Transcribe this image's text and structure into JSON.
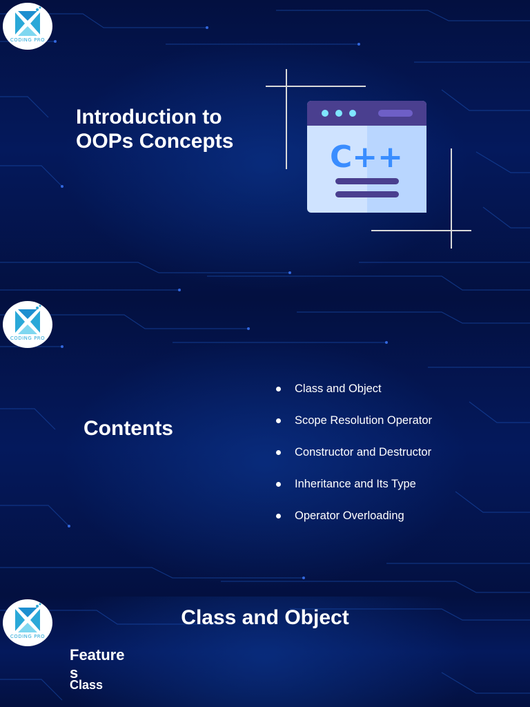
{
  "logo": {
    "text": "CODING PRO"
  },
  "slide1": {
    "title_line1": "Introduction to",
    "title_line2": "OOPs Concepts",
    "icon_text": "C++"
  },
  "slide2": {
    "title": "Contents",
    "items": [
      "Class and Object",
      "Scope Resolution Operator",
      "Constructor and Destructor",
      "Inheritance and Its Type",
      "Operator Overloading"
    ]
  },
  "slide3": {
    "title": "Class and Object",
    "features_line1": "Feature",
    "features_line2": "s",
    "class_label": "Class"
  },
  "colors": {
    "background": "#031040",
    "accent_cyan": "#2aa8d8",
    "icon_purple": "#4a3f8f",
    "icon_light": "#cfe3ff"
  }
}
